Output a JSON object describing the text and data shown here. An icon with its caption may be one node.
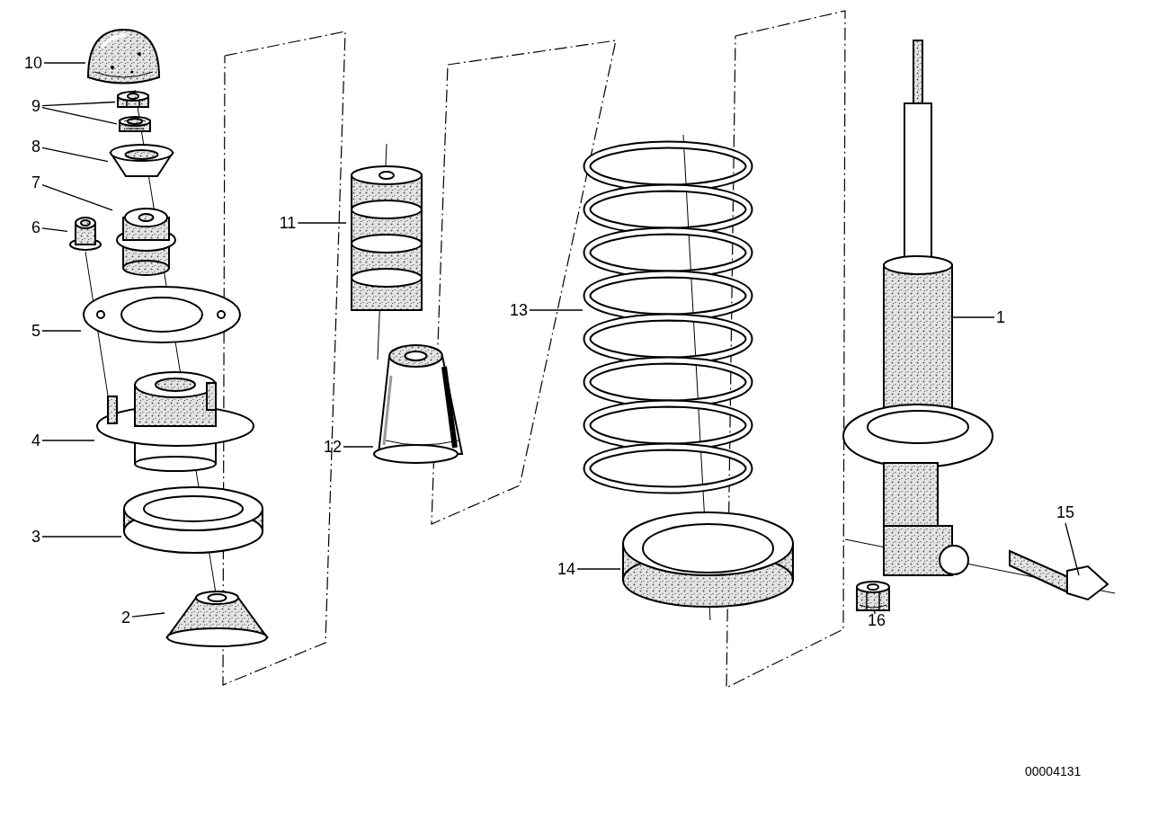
{
  "diagram": {
    "nodes": [
      {
        "text": [
          "10"
        ]
      },
      {
        "text": [
          "9"
        ]
      },
      {
        "text": [
          "8"
        ]
      },
      {
        "text": [
          "7"
        ]
      },
      {
        "text": [
          "6"
        ]
      },
      {
        "text": [
          "5"
        ]
      },
      {
        "text": [
          "4"
        ]
      },
      {
        "text": [
          "3"
        ]
      },
      {
        "text": [
          "2"
        ]
      },
      {
        "text": [
          "11"
        ]
      },
      {
        "text": [
          "12"
        ]
      },
      {
        "text": [
          "13"
        ]
      },
      {
        "text": [
          "14"
        ]
      },
      {
        "text": [
          "1"
        ]
      },
      {
        "text": [
          "15"
        ]
      },
      {
        "text": [
          "16"
        ]
      },
      {
        "text": [],
        "shape": "picture"
      },
      {
        "text": [],
        "shape": "picture"
      },
      {
        "text": [],
        "shape": "picture"
      },
      {
        "text": [],
        "shape": "picture"
      },
      {
        "text": [],
        "shape": "picture"
      },
      {
        "text": [],
        "shape": "picture"
      },
      {
        "text": [],
        "shape": "picture"
      },
      {
        "text": [],
        "shape": "picture"
      },
      {
        "text": [],
        "shape": "picture"
      },
      {
        "text": [],
        "shape": "picture"
      },
      {
        "text": [],
        "shape": "picture"
      },
      {
        "text": [],
        "shape": "picture"
      },
      {
        "text": [],
        "shape": "picture"
      },
      {
        "text": [],
        "shape": "picture"
      },
      {
        "text": [],
        "shape": "picture"
      },
      {
        "text": [],
        "shape": "picture"
      },
      {
        "text": [],
        "shape": "picture"
      }
    ],
    "edges": [
      {
        "from": 0,
        "to": 16,
        "arrow": "none"
      },
      {
        "from": 1,
        "to": 17,
        "arrow": "none"
      },
      {
        "from": 1,
        "to": 18,
        "arrow": "none"
      },
      {
        "from": 2,
        "to": 19,
        "arrow": "none"
      },
      {
        "from": 3,
        "to": 20,
        "arrow": "none"
      },
      {
        "from": 4,
        "to": 21,
        "arrow": "none"
      },
      {
        "from": 5,
        "to": 22,
        "arrow": "none"
      },
      {
        "from": 6,
        "to": 23,
        "arrow": "none"
      },
      {
        "from": 7,
        "to": 24,
        "arrow": "none"
      },
      {
        "from": 8,
        "to": 25,
        "arrow": "none"
      },
      {
        "from": 9,
        "to": 26,
        "arrow": "none"
      },
      {
        "from": 10,
        "to": 27,
        "arrow": "none"
      },
      {
        "from": 11,
        "to": 28,
        "arrow": "none"
      },
      {
        "from": 12,
        "to": 29,
        "arrow": "none"
      },
      {
        "from": 13,
        "to": 30,
        "arrow": "none"
      },
      {
        "from": 14,
        "to": 31,
        "arrow": "none"
      },
      {
        "from": 15,
        "to": 32,
        "arrow": "none"
      }
    ],
    "labels": [
      "00004131"
    ]
  }
}
